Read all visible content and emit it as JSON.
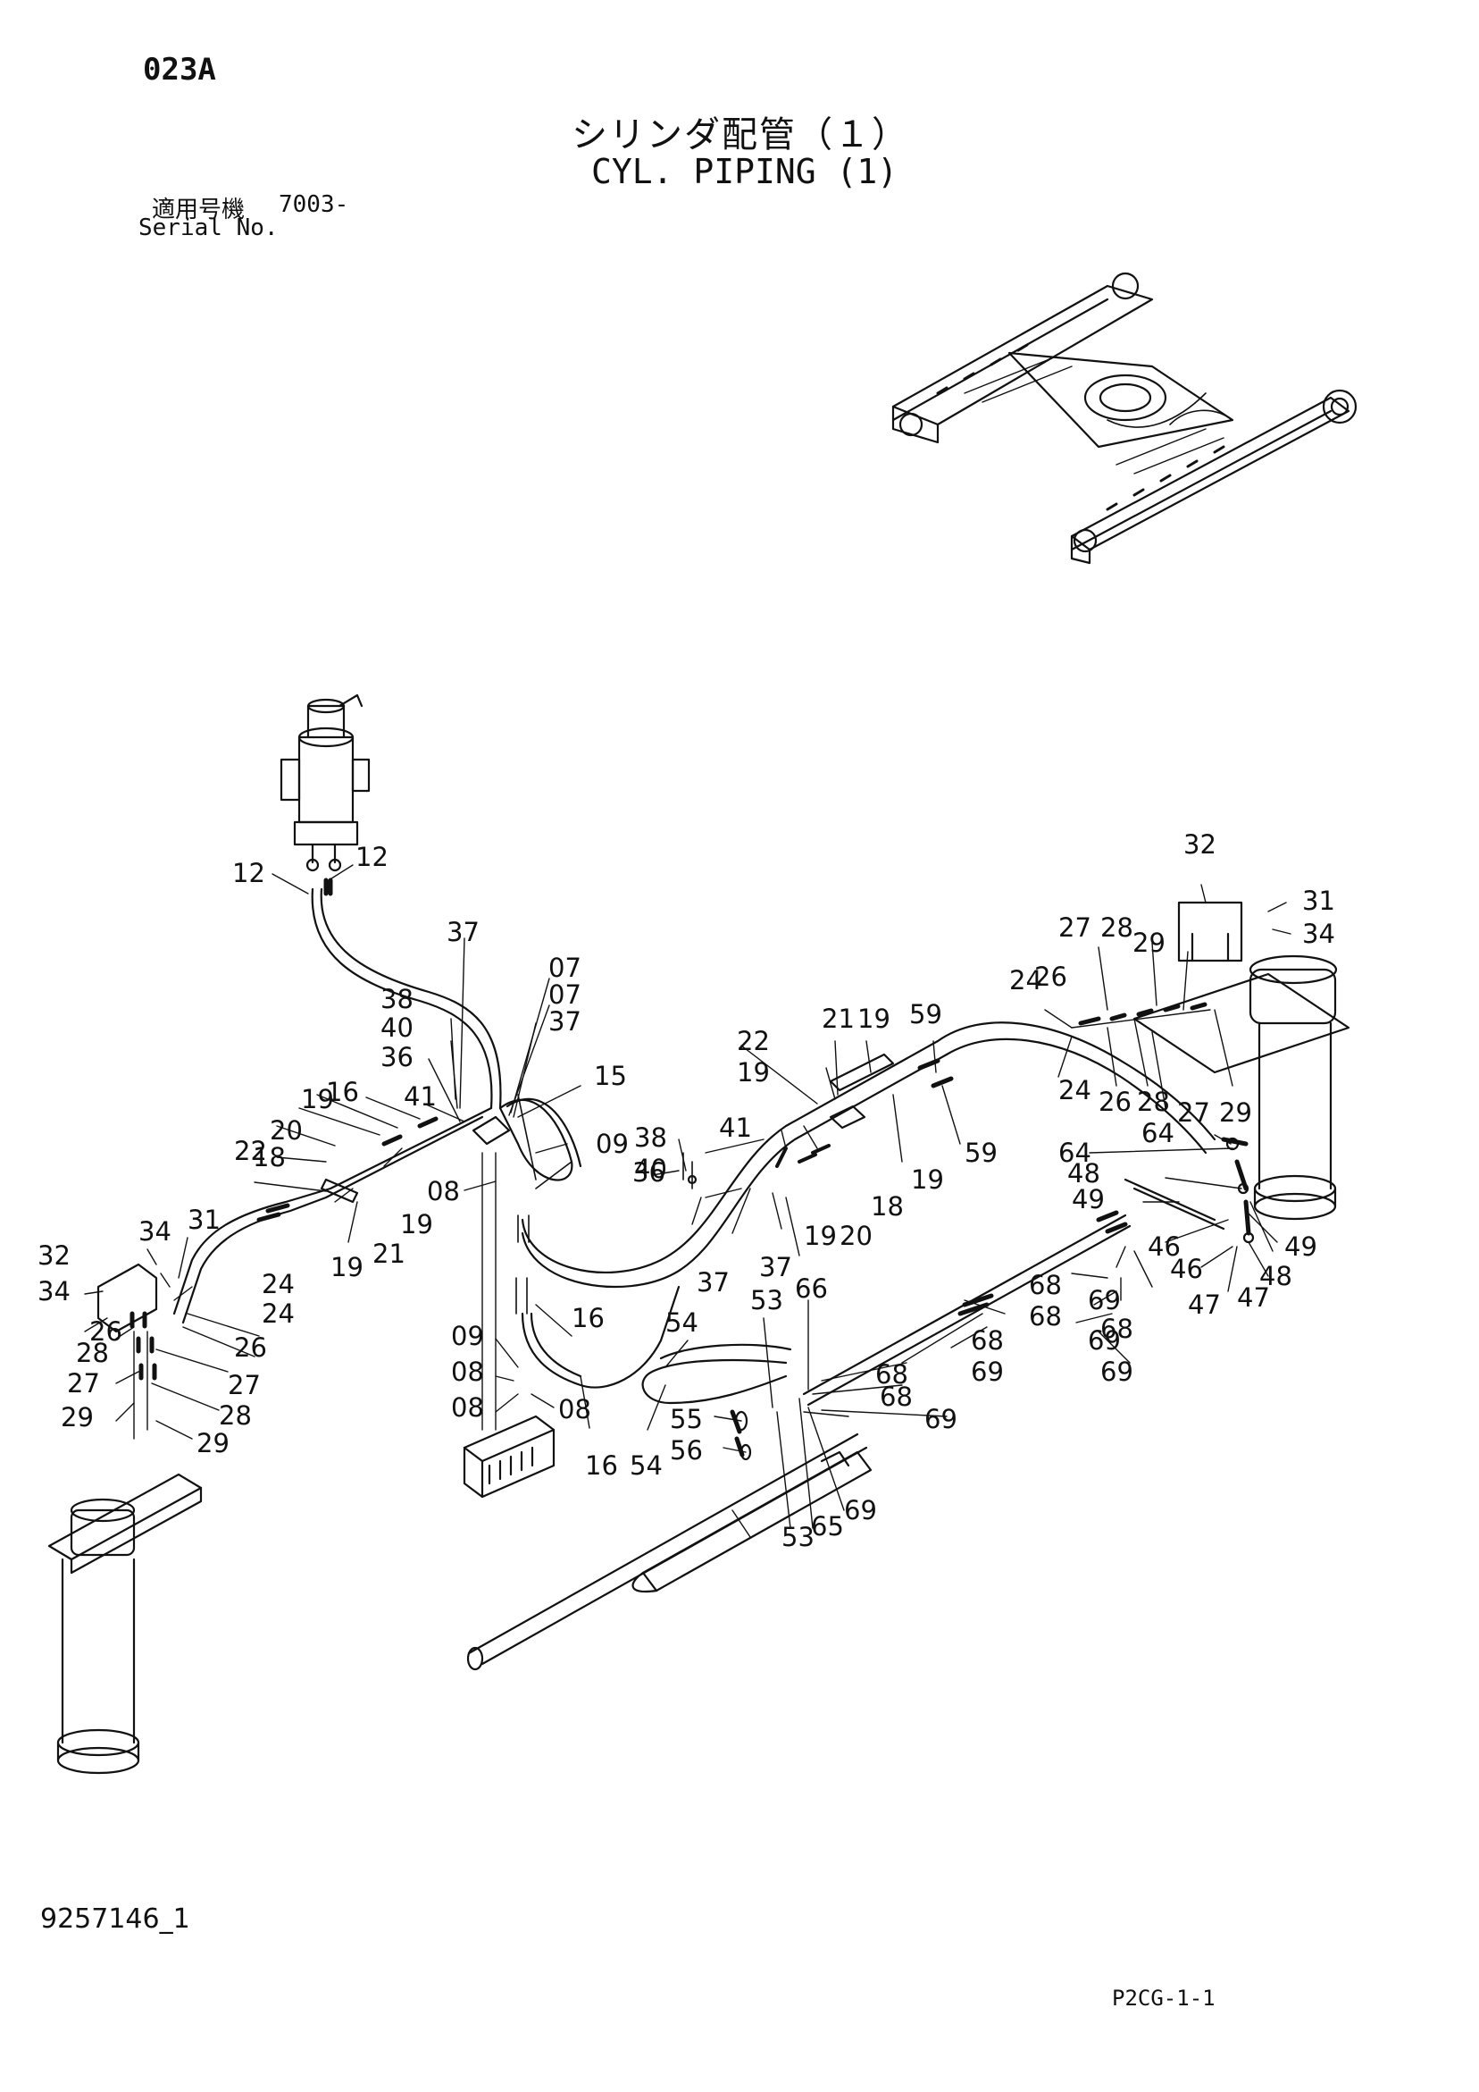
{
  "header": {
    "page_code": "023A",
    "title_jp": "シリンダ配管（１）",
    "title_en": "CYL. PIPING (1)",
    "serial_label_jp": "適用号機",
    "serial_value": "7003-",
    "serial_label_en": "Serial No."
  },
  "footer": {
    "document_number": "9257146_1",
    "page_reference": "P2CG-1-1"
  },
  "callouts": [
    "12",
    "12",
    "37",
    "07",
    "07",
    "37",
    "38",
    "40",
    "36",
    "41",
    "15",
    "09",
    "08",
    "16",
    "19",
    "20",
    "18",
    "22",
    "19",
    "21",
    "19",
    "34",
    "31",
    "32",
    "34",
    "24",
    "24",
    "26",
    "26",
    "28",
    "27",
    "27",
    "28",
    "29",
    "29",
    "09",
    "08",
    "08",
    "08",
    "16",
    "16",
    "54",
    "54",
    "53",
    "66",
    "55",
    "56",
    "53",
    "65",
    "69",
    "68",
    "68",
    "69",
    "69",
    "68",
    "68",
    "68",
    "69",
    "69",
    "69",
    "68",
    "38",
    "40",
    "41",
    "36",
    "37",
    "37",
    "19",
    "19",
    "20",
    "18",
    "21",
    "19",
    "22",
    "59",
    "59",
    "19",
    "24",
    "24",
    "26",
    "26",
    "27",
    "28",
    "29",
    "27",
    "28",
    "29",
    "32",
    "31",
    "34",
    "64",
    "64",
    "48",
    "48",
    "49",
    "49",
    "46",
    "46",
    "47",
    "47"
  ]
}
